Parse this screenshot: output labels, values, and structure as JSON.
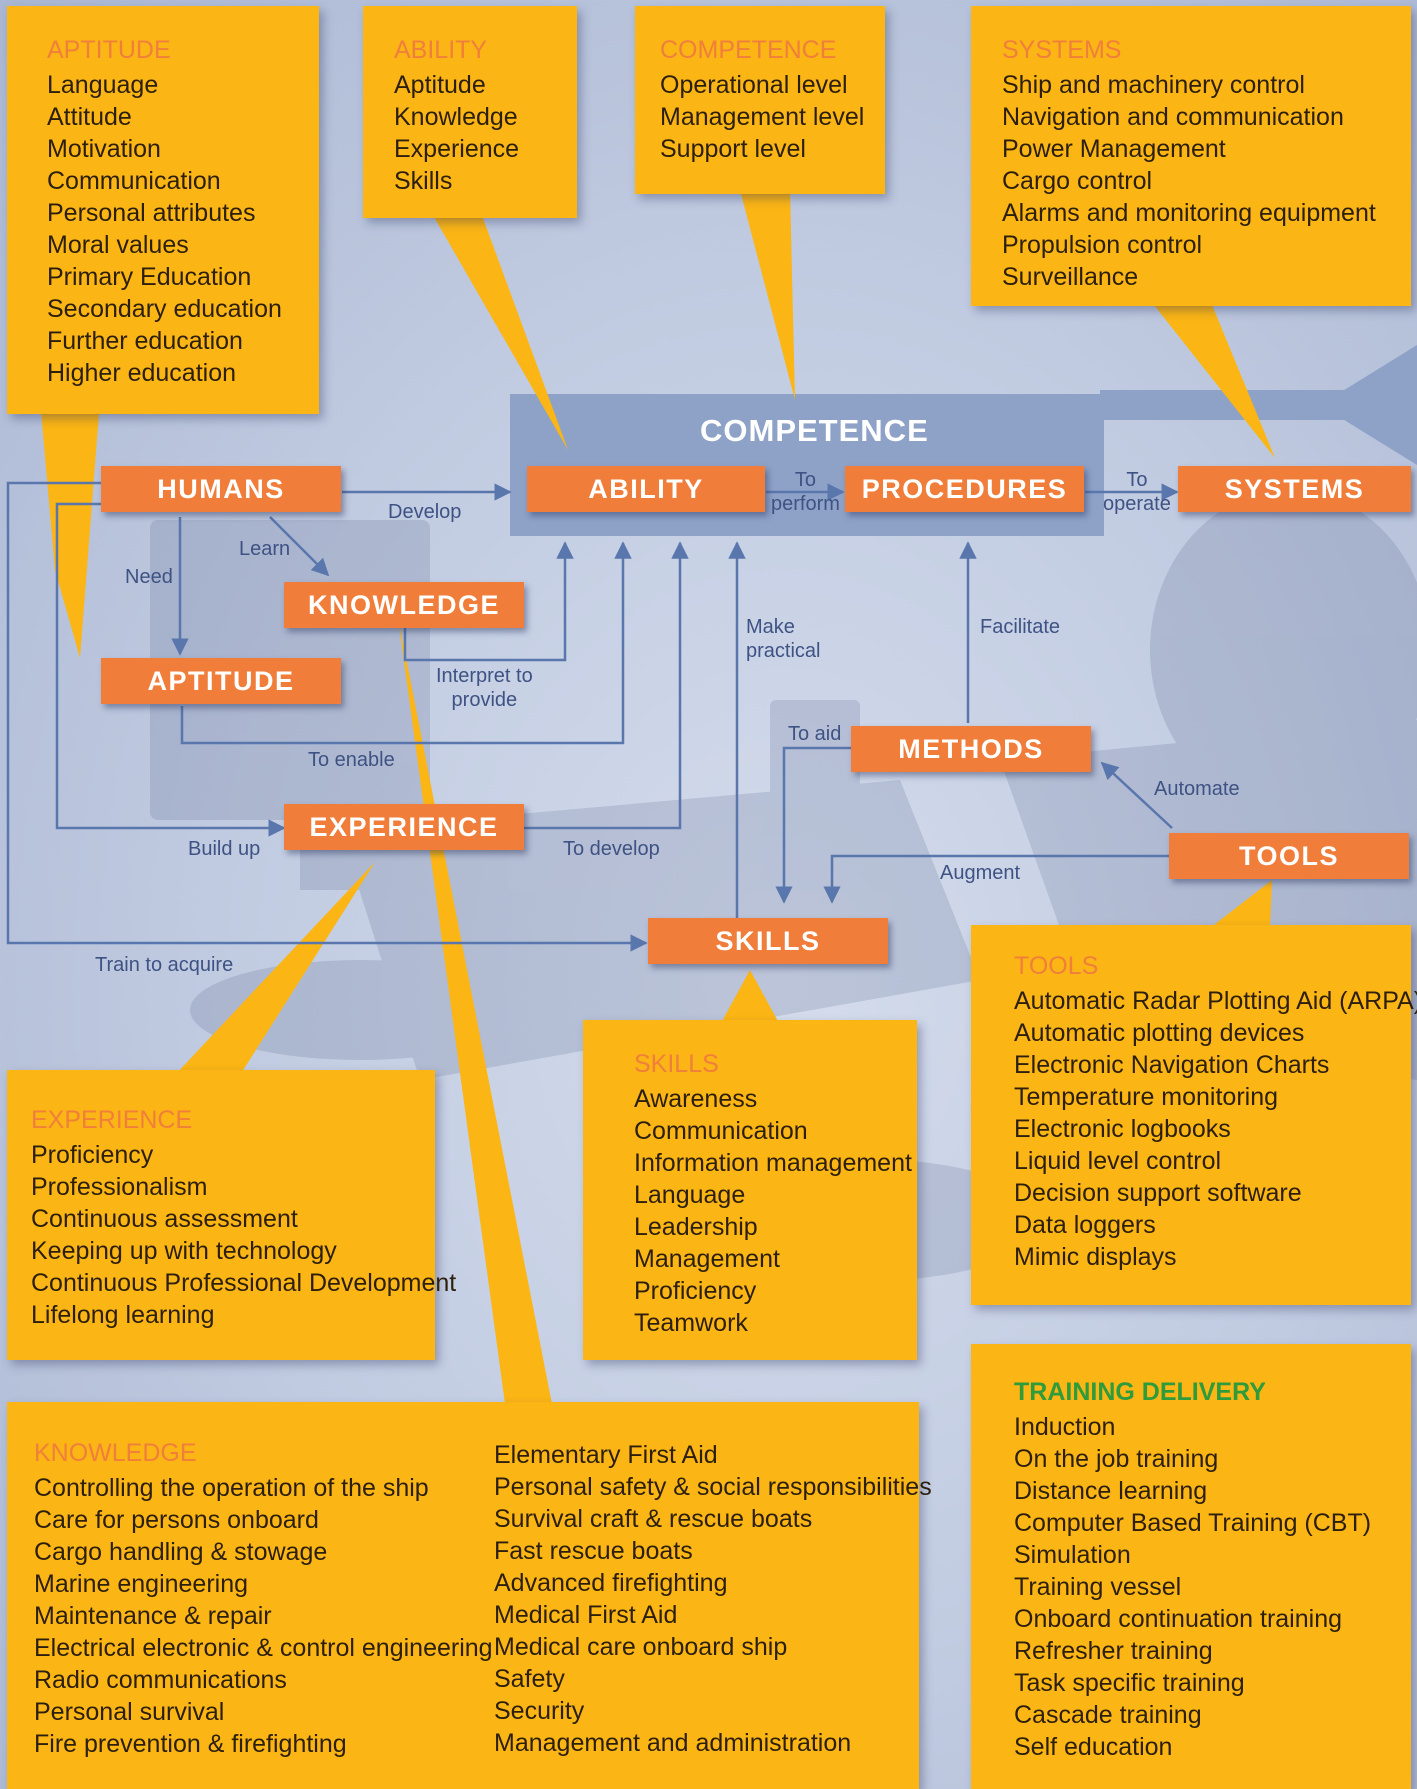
{
  "colors": {
    "box": "#fbb514",
    "node": "#f07d3a",
    "arrow": "#5a77ad",
    "competence_bar": "#8ea2c8",
    "title": "#f07f3c",
    "training_title": "#2f9b3a"
  },
  "boxes": {
    "aptitude": {
      "title": "APTITUDE",
      "items": [
        "Language",
        "Attitude",
        "Motivation",
        "Communication",
        "Personal attributes",
        "Moral values",
        "Primary Education",
        "Secondary education",
        "Further education",
        "Higher education"
      ]
    },
    "ability": {
      "title": "ABILITY",
      "items": [
        "Aptitude",
        "Knowledge",
        "Experience",
        "Skills"
      ]
    },
    "competence": {
      "title": "COMPETENCE",
      "items": [
        "Operational level",
        "Management level",
        "Support level"
      ]
    },
    "systems": {
      "title": "SYSTEMS",
      "items": [
        "Ship and machinery control",
        "Navigation and communication",
        "Power Management",
        "Cargo control",
        "Alarms and monitoring equipment",
        "Propulsion control",
        "Surveillance"
      ]
    },
    "tools": {
      "title": "TOOLS",
      "items": [
        "Automatic Radar Plotting Aid (ARPA)",
        "Automatic plotting devices",
        "Electronic Navigation Charts",
        "Temperature monitoring",
        "Electronic logbooks",
        "Liquid level control",
        "Decision support software",
        "Data loggers",
        "Mimic displays"
      ]
    },
    "experience": {
      "title": "EXPERIENCE",
      "items": [
        "Proficiency",
        "Professionalism",
        "Continuous assessment",
        "Keeping up with technology",
        "Continuous Professional Development",
        "Lifelong learning"
      ]
    },
    "skills": {
      "title": "SKILLS",
      "items": [
        "Awareness",
        "Communication",
        "Information management",
        "Language",
        "Leadership",
        "Management",
        "Proficiency",
        "Teamwork"
      ]
    },
    "knowledge": {
      "title": "KNOWLEDGE",
      "items_left": [
        "Controlling the operation of the ship",
        "Care for persons onboard",
        "Cargo handling & stowage",
        "Marine engineering",
        "Maintenance & repair",
        "Electrical electronic & control engineering",
        "Radio communications",
        "Personal survival",
        "Fire prevention & firefighting"
      ],
      "items_right": [
        "Elementary First Aid",
        "Personal safety & social responsibilities",
        "Survival craft & rescue boats",
        "Fast rescue boats",
        "Advanced firefighting",
        "Medical First Aid",
        "Medical care onboard ship",
        "Safety",
        "Security",
        "Management and administration"
      ]
    },
    "training": {
      "title": "TRAINING DELIVERY",
      "items": [
        "Induction",
        "On the job training",
        "Distance learning",
        "Computer Based Training (CBT)",
        "Simulation",
        "Training vessel",
        "Onboard continuation training",
        "Refresher training",
        "Task specific training",
        "Cascade training",
        "Self education"
      ]
    }
  },
  "competence_label": "COMPETENCE",
  "nodes": {
    "humans": "HUMANS",
    "ability": "ABILITY",
    "procedures": "PROCEDURES",
    "systems": "SYSTEMS",
    "knowledge": "KNOWLEDGE",
    "aptitude": "APTITUDE",
    "experience": "EXPERIENCE",
    "methods": "METHODS",
    "tools": "TOOLS",
    "skills": "SKILLS"
  },
  "edge_labels": {
    "develop": "Develop",
    "learn": "Learn",
    "need": "Need",
    "interpret_to_provide": "Interpret to\nprovide",
    "to_enable": "To enable",
    "build_up": "Build up",
    "to_develop": "To develop",
    "train_to_acquire": "Train to acquire",
    "to_perform": "To\nperform",
    "to_operate": "To\noperate",
    "make_practical": "Make\npractical",
    "facilitate": "Facilitate",
    "to_aid": "To aid",
    "automate": "Automate",
    "augment": "Augment"
  }
}
